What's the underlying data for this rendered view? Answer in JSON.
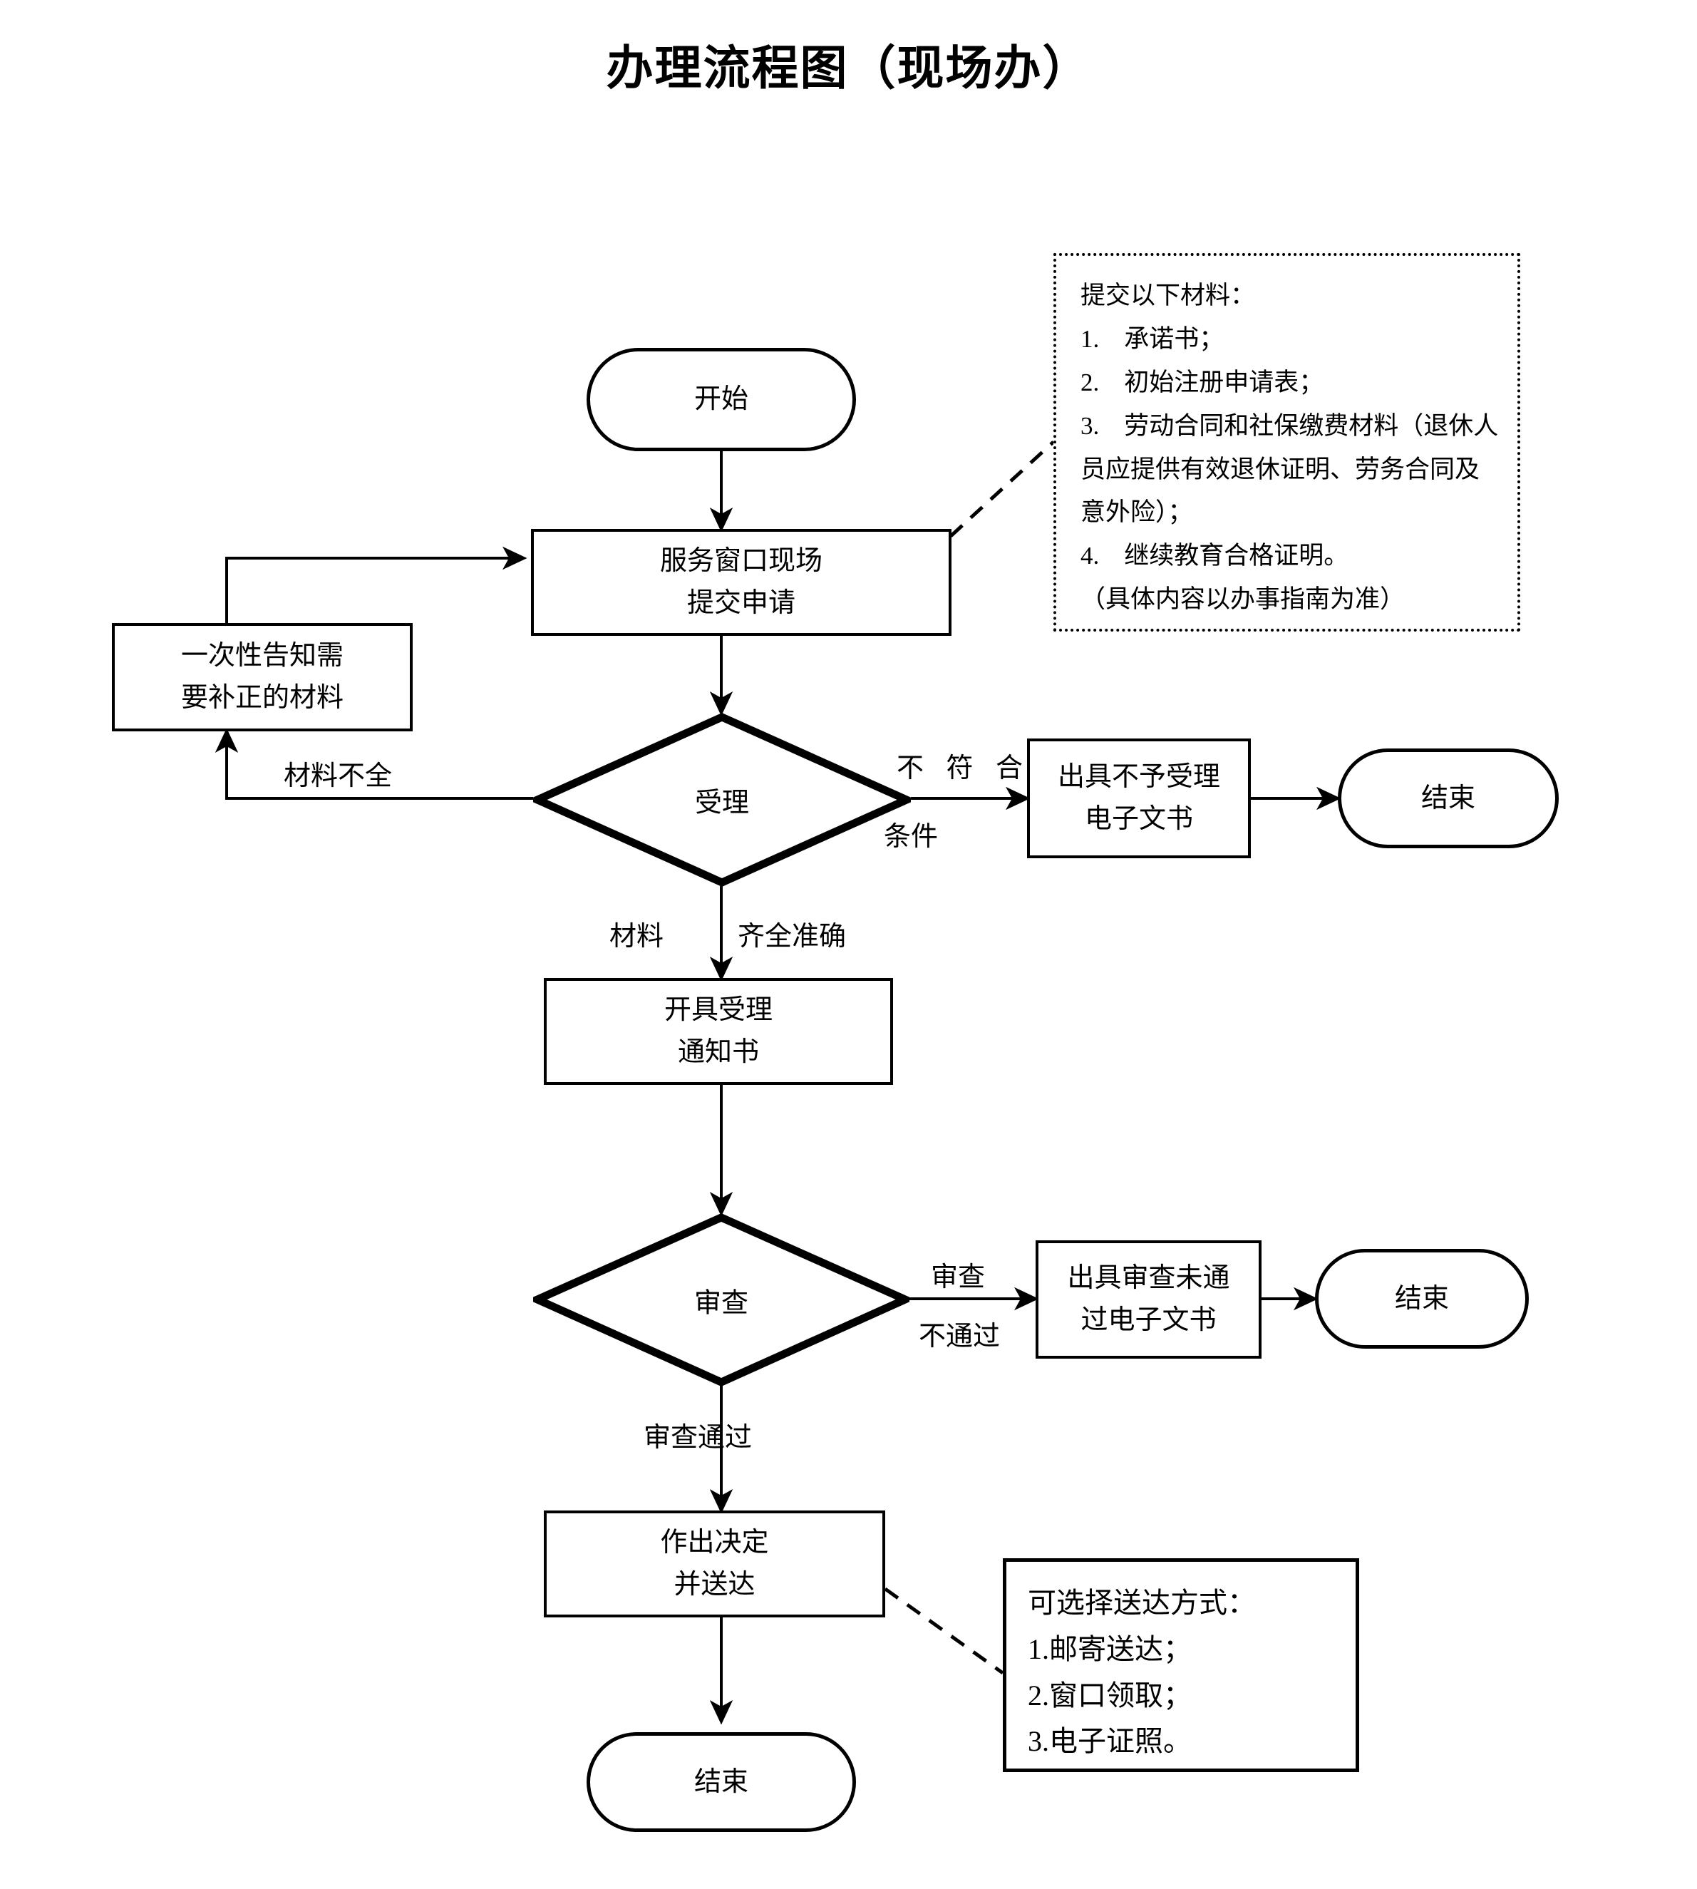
{
  "title": "办理流程图（现场办）",
  "nodes": {
    "start_top": {
      "label": "开始"
    },
    "submit": {
      "line1": "服务窗口现场",
      "line2": "提交申请"
    },
    "inform_fix": {
      "line1": "一次性告知需",
      "line2": "要补正的材料"
    },
    "accept_decision": {
      "label": "受理"
    },
    "reject_doc": {
      "line1": "出具不予受理",
      "line2": "电子文书"
    },
    "end_reject": {
      "label": "结束"
    },
    "accept_notice": {
      "line1": "开具受理",
      "line2": "通知书"
    },
    "review_decision": {
      "label": "审查"
    },
    "review_fail_doc": {
      "line1": "出具审查未通",
      "line2": "过电子文书"
    },
    "end_review_fail": {
      "label": "结束"
    },
    "decide_deliver": {
      "line1": "作出决定",
      "line2": "并送达"
    },
    "end_final": {
      "label": "结束"
    }
  },
  "materials_note": {
    "heading": "提交以下材料：",
    "items": [
      "1.　承诺书；",
      "2.　初始注册申请表；",
      "3.　劳动合同和社保缴费材料（退休人",
      "员应提供有效退休证明、劳务合同及",
      "意外险）；",
      "4.　继续教育合格证明。",
      "（具体内容以办事指南为准）"
    ]
  },
  "delivery_note": {
    "heading": "可选择送达方式：",
    "items": [
      "1.邮寄送达；",
      "2.窗口领取；",
      "3.电子证照。"
    ]
  },
  "edge_labels": {
    "materials_incomplete": "材料不全",
    "not_qualified_line1": "不 符 合",
    "not_qualified_line2": "条件",
    "materials_left": "材料",
    "materials_right": "齐全准确",
    "review_fail_line1": "审查",
    "review_fail_line2": "不通过",
    "review_pass": "审查通过"
  },
  "colors": {
    "stroke": "#000000",
    "background": "#ffffff"
  }
}
